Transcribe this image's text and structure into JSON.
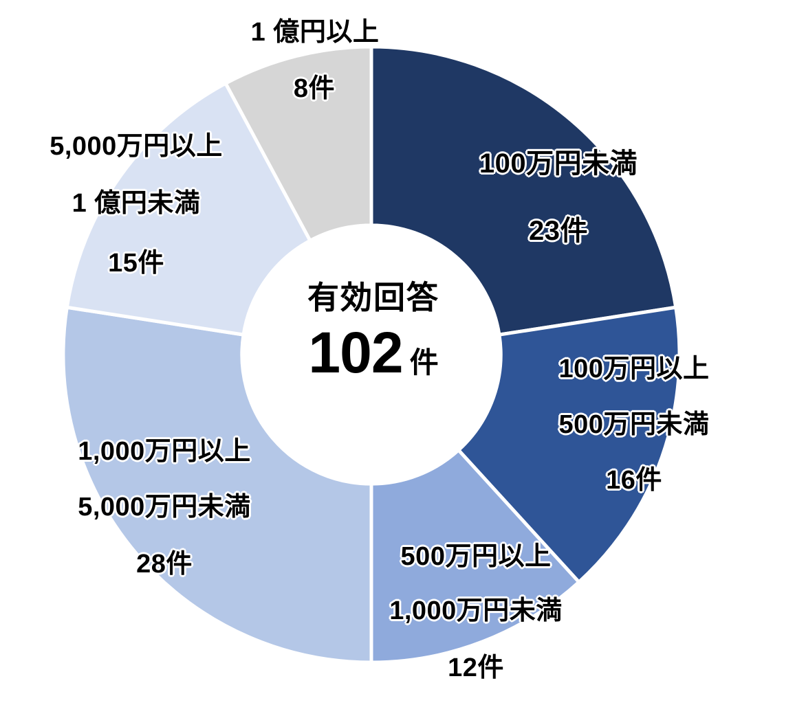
{
  "center": {
    "caption": "有効回答",
    "value": "102",
    "unit": "件"
  },
  "colors": {
    "seg_100man_miman": "#1F3864",
    "seg_100man_ijou": "#2F5597",
    "seg_500man_ijou": "#8FAADC",
    "seg_1000man_ijou": "#B4C7E7",
    "seg_5000man_ijou": "#D9E2F3",
    "seg_1oku_ijou": "#D6D6D6",
    "separator": "#FFFFFF",
    "background": "#FFFFFF",
    "text": "#000000",
    "text_halo": "#FFFFFF"
  },
  "labels": {
    "s1": {
      "l1": "100万円未満",
      "l2": "23件"
    },
    "s2": {
      "l1": "100万円以上",
      "l2": "500万円未満",
      "l3": "16件"
    },
    "s3": {
      "l1": "500万円以上",
      "l2": "1,000万円未満",
      "l3": "12件"
    },
    "s4": {
      "l1": "1,000万円以上",
      "l2": "5,000万円未満",
      "l3": "28件"
    },
    "s5": {
      "l1": "5,000万円以上",
      "l2": "1 億円未満",
      "l3": "15件"
    },
    "s6": {
      "l1": "1 億円以上",
      "l2": "8件"
    }
  },
  "chart_data": {
    "type": "pie",
    "variant": "donut",
    "title": "",
    "total": 102,
    "total_label": "有効回答 102 件",
    "unit": "件",
    "start_angle_deg": 0,
    "direction": "clockwise",
    "inner_radius_ratio": 0.42,
    "legend": "inline-labels",
    "grid": false,
    "categories": [
      "100万円未満",
      "100万円以上500万円未満",
      "500万円以上1,000万円未満",
      "1,000万円以上5,000万円未満",
      "5,000万円以上1億円未満",
      "1億円以上"
    ],
    "values": [
      23,
      16,
      12,
      28,
      15,
      8
    ],
    "value_labels": [
      "23件",
      "16件",
      "12件",
      "28件",
      "15件",
      "8件"
    ],
    "percentages": [
      22.5,
      15.7,
      11.8,
      27.5,
      14.7,
      7.8
    ],
    "colors": [
      "#1F3864",
      "#2F5597",
      "#8FAADC",
      "#B4C7E7",
      "#D9E2F3",
      "#D6D6D6"
    ]
  }
}
